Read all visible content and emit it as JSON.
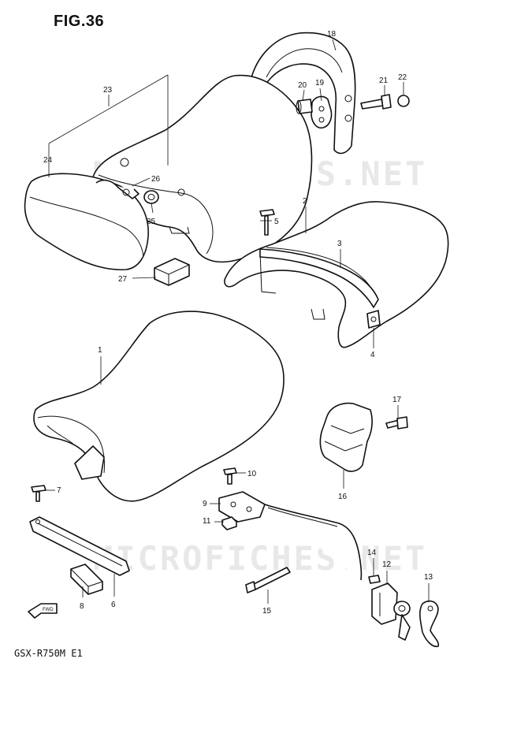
{
  "figure": {
    "title": "FIG.36",
    "model_code": "GSX-R750M E1"
  },
  "watermark": {
    "text": "MICROFICHES.NET"
  },
  "fwd_arrow": {
    "label": "FWD"
  },
  "callouts": [
    {
      "id": "c1",
      "label": "1"
    },
    {
      "id": "c2",
      "label": "2"
    },
    {
      "id": "c3",
      "label": "3"
    },
    {
      "id": "c4",
      "label": "4"
    },
    {
      "id": "c5",
      "label": "5"
    },
    {
      "id": "c6",
      "label": "6"
    },
    {
      "id": "c7",
      "label": "7"
    },
    {
      "id": "c8",
      "label": "8"
    },
    {
      "id": "c9",
      "label": "9"
    },
    {
      "id": "c10",
      "label": "10"
    },
    {
      "id": "c11",
      "label": "11"
    },
    {
      "id": "c12",
      "label": "12"
    },
    {
      "id": "c13",
      "label": "13"
    },
    {
      "id": "c14",
      "label": "14"
    },
    {
      "id": "c15",
      "label": "15"
    },
    {
      "id": "c16",
      "label": "16"
    },
    {
      "id": "c17",
      "label": "17"
    },
    {
      "id": "c18",
      "label": "18"
    },
    {
      "id": "c19",
      "label": "19"
    },
    {
      "id": "c20",
      "label": "20"
    },
    {
      "id": "c21",
      "label": "21"
    },
    {
      "id": "c22",
      "label": "22"
    },
    {
      "id": "c23",
      "label": "23"
    },
    {
      "id": "c24",
      "label": "24"
    },
    {
      "id": "c25",
      "label": "25"
    },
    {
      "id": "c26",
      "label": "26"
    },
    {
      "id": "c27",
      "label": "27"
    }
  ]
}
